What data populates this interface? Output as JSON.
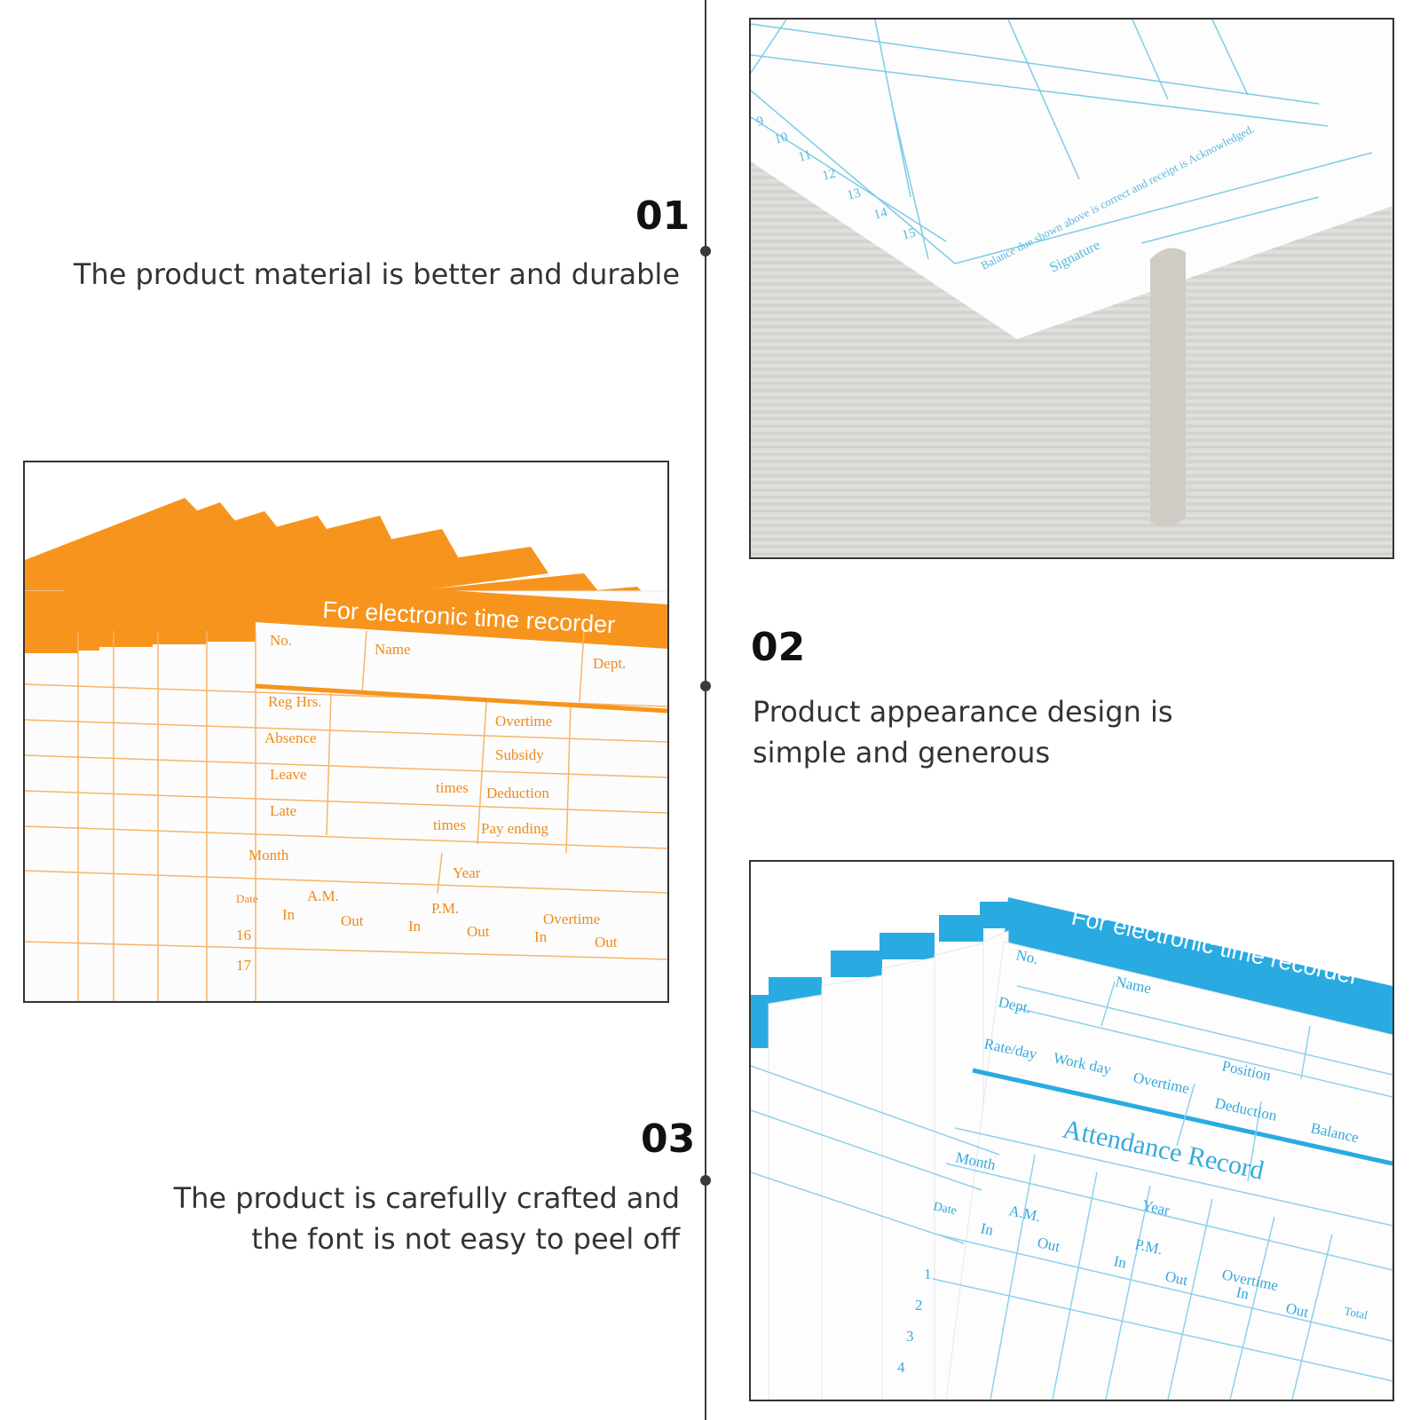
{
  "features": [
    {
      "number": "01",
      "caption_lines": [
        "The product material is better and durable"
      ]
    },
    {
      "number": "02",
      "caption_lines": [
        "Product appearance design is",
        "simple and generous"
      ]
    },
    {
      "number": "03",
      "caption_lines": [
        "The product is carefully crafted and",
        "the font is not easy to peel off"
      ]
    }
  ],
  "orange_card": {
    "header": "For electronic time recorder",
    "fields": [
      "No.",
      "Name",
      "Dept.",
      "Reg Hrs.",
      "Absence",
      "Leave",
      "Late",
      "Overtime",
      "Subsidy",
      "Deduction",
      "Pay ending",
      "times",
      "times",
      "Month",
      "Year"
    ],
    "columns": [
      "Date",
      "A.M.",
      "In",
      "Out",
      "P.M.",
      "In",
      "Out",
      "Overtime",
      "In",
      "Out"
    ],
    "rows": [
      "16",
      "17"
    ]
  },
  "stack_card": {
    "row_numbers": [
      "9",
      "10",
      "11",
      "12",
      "13",
      "14",
      "15"
    ],
    "footer": "Balance due shown above is correct and receipt is Acknowledged.",
    "signature": "Signature"
  },
  "blue_card": {
    "header": "For electronic time recorder",
    "fields": [
      "No.",
      "Name",
      "Dept.",
      "Rate/day",
      "Work day",
      "Overtime",
      "Position",
      "Deduction",
      "Balance",
      "Month",
      "Year"
    ],
    "title": "Attendance Record",
    "columns": [
      "Date",
      "A.M.",
      "In",
      "Out",
      "P.M.",
      "In",
      "Out",
      "Overtime",
      "In",
      "Out",
      "Total"
    ],
    "rows": [
      "1",
      "2",
      "3",
      "4"
    ]
  },
  "colors": {
    "orange": "#f7941d",
    "blue": "#29abe2",
    "line": "#3a3a3a"
  }
}
